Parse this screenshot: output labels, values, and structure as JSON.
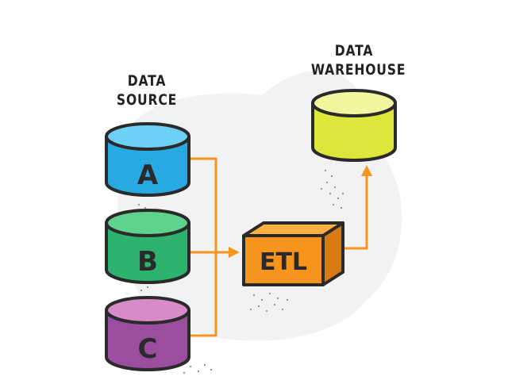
{
  "diagram": {
    "source_label": {
      "line1": "DATA",
      "line2": "SOURCE"
    },
    "warehouse_label": {
      "line1": "DATA",
      "line2": "WAREHOUSE"
    },
    "sources": [
      {
        "letter": "A",
        "top_color": "#6fd0f5",
        "body_color": "#27a9e1"
      },
      {
        "letter": "B",
        "top_color": "#5fd28d",
        "body_color": "#2db36e"
      },
      {
        "letter": "C",
        "top_color": "#d88bc8",
        "body_color": "#9b4d9f"
      }
    ],
    "etl": {
      "label": "ETL",
      "front_color": "#f7941d",
      "top_color": "#fbb040",
      "side_color": "#d97b12"
    },
    "warehouse": {
      "top_color": "#f3f6a0",
      "body_color": "#dde63a"
    },
    "colors": {
      "arrow": "#f7941d",
      "outline": "#2a2a2a",
      "backdrop": "#f1f2f3"
    }
  }
}
